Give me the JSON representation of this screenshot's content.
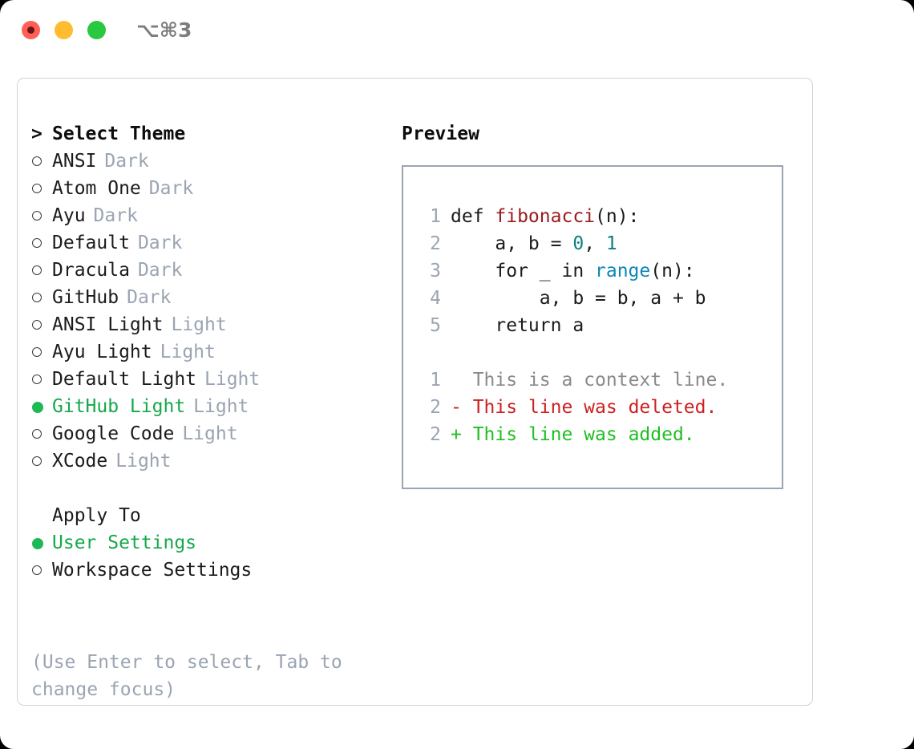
{
  "titlebar": {
    "shortcut": "⌥⌘3",
    "buttons": [
      {
        "name": "close",
        "color": "#ff5f57"
      },
      {
        "name": "minimize",
        "color": "#febc2e"
      },
      {
        "name": "zoom",
        "color": "#28c840"
      }
    ]
  },
  "theme_list": {
    "header_marker": ">",
    "header": "Select Theme",
    "items": [
      {
        "marker": "○",
        "label": "ANSI",
        "tag": "Dark",
        "selected": false
      },
      {
        "marker": "○",
        "label": "Atom One",
        "tag": "Dark",
        "selected": false
      },
      {
        "marker": "○",
        "label": "Ayu",
        "tag": "Dark",
        "selected": false
      },
      {
        "marker": "○",
        "label": "Default",
        "tag": "Dark",
        "selected": false
      },
      {
        "marker": "○",
        "label": "Dracula",
        "tag": "Dark",
        "selected": false
      },
      {
        "marker": "○",
        "label": "GitHub",
        "tag": "Dark",
        "selected": false
      },
      {
        "marker": "○",
        "label": "ANSI Light",
        "tag": "Light",
        "selected": false
      },
      {
        "marker": "○",
        "label": "Ayu Light",
        "tag": "Light",
        "selected": false
      },
      {
        "marker": "○",
        "label": "Default Light",
        "tag": "Light",
        "selected": false
      },
      {
        "marker": "●",
        "label": "GitHub Light",
        "tag": "Light",
        "selected": true
      },
      {
        "marker": "○",
        "label": "Google Code",
        "tag": "Light",
        "selected": false
      },
      {
        "marker": "○",
        "label": "XCode",
        "tag": "Light",
        "selected": false
      }
    ]
  },
  "apply_to": {
    "header": "Apply To",
    "items": [
      {
        "marker": "●",
        "label": "User Settings",
        "selected": true
      },
      {
        "marker": "○",
        "label": "Workspace Settings",
        "selected": false
      }
    ]
  },
  "hint": "(Use Enter to select, Tab to change focus)",
  "preview": {
    "title": "Preview",
    "code": [
      {
        "no": "1",
        "parts": [
          {
            "t": "def ",
            "c": "kw"
          },
          {
            "t": "fibonacci",
            "c": "fn"
          },
          {
            "t": "(n):",
            "c": "plain"
          }
        ]
      },
      {
        "no": "2",
        "parts": [
          {
            "t": "    a, b = ",
            "c": "plain"
          },
          {
            "t": "0",
            "c": "num"
          },
          {
            "t": ", ",
            "c": "plain"
          },
          {
            "t": "1",
            "c": "num"
          }
        ]
      },
      {
        "no": "3",
        "parts": [
          {
            "t": "    for _ in ",
            "c": "plain"
          },
          {
            "t": "range",
            "c": "blue"
          },
          {
            "t": "(n):",
            "c": "plain"
          }
        ]
      },
      {
        "no": "4",
        "parts": [
          {
            "t": "        a, b = b, a + b",
            "c": "plain"
          }
        ]
      },
      {
        "no": "5",
        "parts": [
          {
            "t": "    return a",
            "c": "plain"
          }
        ]
      }
    ],
    "diff": [
      {
        "no": "1",
        "sign": "  ",
        "text": "This is a context line.",
        "kind": "ctx"
      },
      {
        "no": "2",
        "sign": "- ",
        "text": "This line was deleted.",
        "kind": "del"
      },
      {
        "no": "2",
        "sign": "+ ",
        "text": "This line was added.",
        "kind": "add"
      }
    ]
  },
  "colors": {
    "accent_green": "#16a84a",
    "muted": "#9aa4b2",
    "diff_add": "#1fbf22",
    "diff_del": "#cc2020",
    "fn_red": "#9b1a1a",
    "kw_blue": "#0e86b8",
    "num_teal": "#0a8080"
  }
}
